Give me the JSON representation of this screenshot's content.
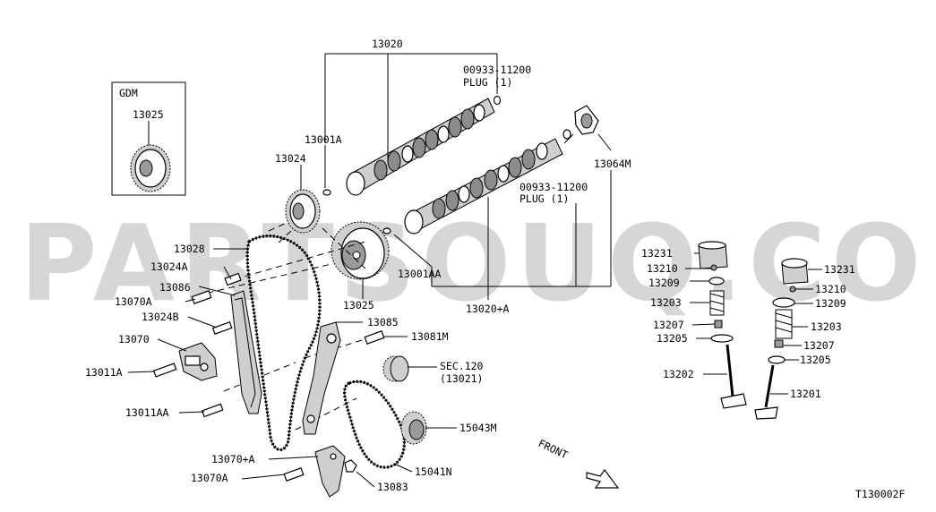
{
  "watermark": "PARTSOUQ.COM",
  "diagram_code": "T130002F",
  "front_label": "FRONT",
  "gdm_box": {
    "title": "GDM",
    "part": "13025"
  },
  "labels": {
    "p13020_top": "13020",
    "plug1_num": "00933-11200",
    "plug1_txt": "PLUG (1)",
    "p13001A": "13001A",
    "p13024": "13024",
    "plug2_num": "00933-11200",
    "plug2_txt": "PLUG (1)",
    "p13064M": "13064M",
    "p13028": "13028",
    "p13024A": "13024A",
    "p13086": "13086",
    "p13070A_top": "13070A",
    "p13024B": "13024B",
    "p13070": "13070",
    "p13011A": "13011A",
    "p13011AA": "13011AA",
    "p13025": "13025",
    "p13001AA": "13001AA",
    "p13020A": "13020+A",
    "p13085": "13085",
    "p13081M": "13081M",
    "sec120": "SEC.120",
    "sec120_sub": "(13021)",
    "p15043M": "15043M",
    "p15041N": "15041N",
    "p13083": "13083",
    "p13070pA": "13070+A",
    "p13070A_bot": "13070A",
    "p13231_l": "13231",
    "p13210_l": "13210",
    "p13209_l": "13209",
    "p13203_l": "13203",
    "p13207_l": "13207",
    "p13205_l": "13205",
    "p13202": "13202",
    "p13231_r": "13231",
    "p13210_r": "13210",
    "p13209_r": "13209",
    "p13203_r": "13203",
    "p13207_r": "13207",
    "p13205_r": "13205",
    "p13201": "13201"
  }
}
